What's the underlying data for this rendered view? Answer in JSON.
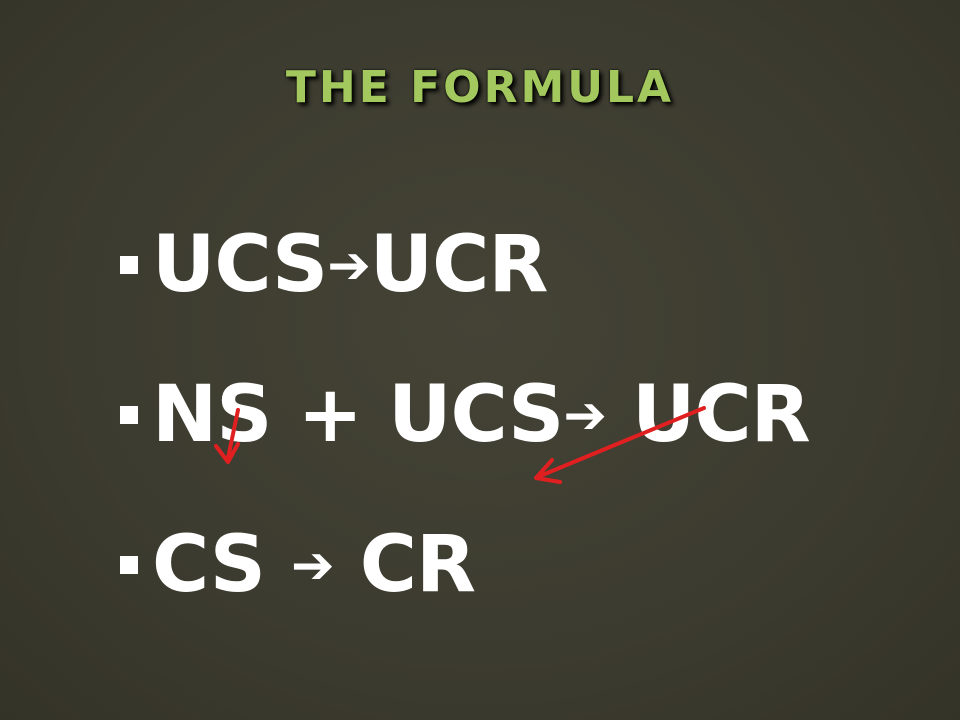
{
  "slide": {
    "title": "THE FORMULA",
    "bullets": [
      {
        "left": "UCS",
        "arrow": "➔",
        "right": "UCR"
      },
      {
        "left": "NS + UCS",
        "arrow": "➔",
        "right": " UCR"
      },
      {
        "left": "CS ",
        "arrow": "➔",
        "right": " CR"
      }
    ]
  },
  "colors": {
    "background": "#3c3b2f",
    "title": "#a3c95e",
    "text": "#ffffff",
    "annotation": "#e02020"
  }
}
